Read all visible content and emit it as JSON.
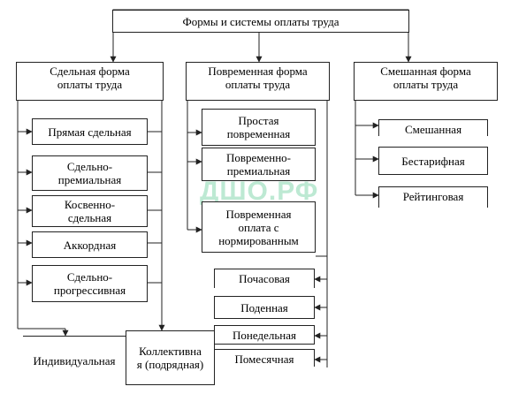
{
  "title": "Формы и системы оплаты труда",
  "columns": [
    {
      "label": "Сдельная форма\nоплаты труда"
    },
    {
      "label": "Повременная форма\nоплаты труда"
    },
    {
      "label": "Смешанная форма\nоплаты труда"
    }
  ],
  "piecework": [
    "Прямая сдельная",
    "Сдельно-\nпремиальная",
    "Косвенно-\nсдельная",
    "Аккордная",
    "Сдельно-\nпрогрессивная"
  ],
  "timebased": [
    "Простая\nповременная",
    "Повременно-\nпремиальная",
    "Повременная\nоплата с\nнормированным"
  ],
  "timebased_periods": [
    "Почасовая",
    "Поденная",
    "Понедельная",
    "Помесячная"
  ],
  "mixed": [
    "Смешанная",
    "Бестарифная",
    "Рейтинговая"
  ],
  "bottom": [
    "Индивидуальная",
    "Коллективна\nя (подрядная)"
  ],
  "watermark": "ДШО.РФ",
  "colors": {
    "line": "#222222",
    "watermark": "#6fd0a0"
  }
}
